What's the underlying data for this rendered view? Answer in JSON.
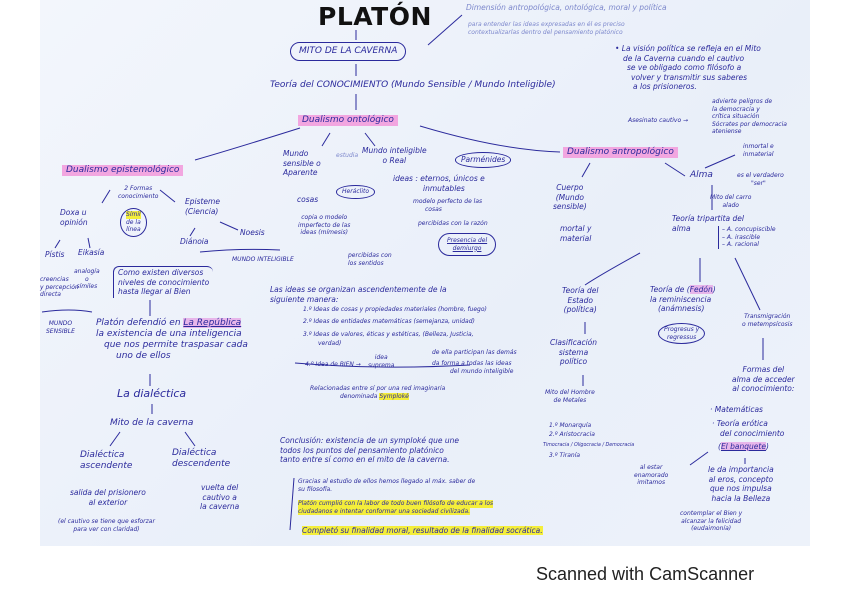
{
  "title": "PLATÓN",
  "mito_caverna": "MITO DE LA CAVERNA",
  "intro_faded": [
    "Dimensión antropológica, ontológica, moral y política",
    "para entender las ideas expresadas en él es preciso",
    "contextualizarlas dentro del pensamiento platónico"
  ],
  "teoria_conocimiento": "Teoría del CONOCIMIENTO (Mundo Sensible / Mundo Inteligible)",
  "dualismo_ontologico": "Dualismo ontológico",
  "politica_note": [
    "• La visión política se refleja en el Mito",
    "de la Caverna cuando el cautivo",
    "se ve obligado como filósofo a",
    "volver y transmitir sus saberes",
    "a los prisioneros."
  ],
  "asesinato": "Asesinato cautivo →",
  "advierte": [
    "advierte peligros de",
    "la democracia y",
    "crítica situación",
    "Sócrates por democracia",
    "ateniense"
  ],
  "epistemologico": {
    "title": "Dualismo epistemológico",
    "formas": [
      "2 Formas",
      "conocimiento"
    ],
    "doxa": [
      "Doxa u",
      "opinión"
    ],
    "simil": [
      "Símil",
      "de la",
      "línea"
    ],
    "episteme": [
      "Episteme",
      "(Ciencia)"
    ],
    "noesis": "Noesis",
    "dianoia": "Diánoia",
    "mundo_inteligible": "MUNDO INTELIGIBLE",
    "pistis": "Pístis",
    "eikasia": "Eikasía",
    "creencias": [
      "creencias",
      "y percepción",
      "directa"
    ],
    "analogia": [
      "analogía",
      "o",
      "símiles"
    ],
    "mundo_sensible": [
      "MUNDO",
      "SENSIBLE"
    ],
    "niveles": [
      "Como existen diversos",
      "niveles de conocimiento",
      "hasta llegar al Bien"
    ],
    "republica_pre": "Platón defendió en ",
    "republica": "La República",
    "republica_lines": [
      "la existencia de una inteligencia",
      "que nos permite traspasar cada",
      "uno de ellos"
    ],
    "dialectica": "La dialéctica",
    "mito": "Mito de la caverna",
    "ascendente": [
      "Dialéctica",
      "ascendente"
    ],
    "descendente": [
      "Dialéctica",
      "descendente"
    ],
    "salida": [
      "salida del prisionero",
      "al exterior"
    ],
    "vuelta": [
      "vuelta del",
      "cautivo a",
      "la caverna"
    ],
    "esfuerzo": [
      "(el cautivo se tiene que esforzar",
      "para ver con claridad)"
    ]
  },
  "ontologico": {
    "sensible": [
      "Mundo",
      "sensible o",
      "Aparente"
    ],
    "estudia": "estudia",
    "inteligible": [
      "Mundo inteligible",
      "o Real"
    ],
    "parmenides": "Parménides",
    "heraclito": "Heráclito",
    "cosas": "cosas",
    "copia": [
      "copia o modelo",
      "imperfecto de las",
      "ideas (mímesis)"
    ],
    "percibidas_sentidos": [
      "percibidas con",
      "los sentidos"
    ],
    "ideas": [
      "ideas : eternos, únicos e",
      "inmutables"
    ],
    "modelo": [
      "modelo perfecto de las",
      "cosas"
    ],
    "percibidas_razon": "percibidas con la razón",
    "demiurgo": [
      "Presencia del",
      "demiurgo"
    ]
  },
  "ideas_organizan": {
    "intro": [
      "Las ideas se organizan ascendentemente de la",
      "siguiente manera:"
    ],
    "items": [
      "1.º Ideas de cosas y propiedades materiales (hombre, fuego)",
      "2.º Ideas de entidades matemáticas (semejanza, unidad)",
      "3.º Ideas de valores, éticas y estéticas, (Belleza, Justicia,",
      "verdad)"
    ],
    "bien": "4.º Idea de BIEN →",
    "idea_suprema": [
      "idea",
      "suprema"
    ],
    "participan": "de ella participan las demás",
    "da_forma": [
      "da forma a todas las ideas",
      "del mundo inteligible"
    ],
    "relacionadas": "Relacionadas entre sí por una red imaginaria",
    "denominada": "denominada ",
    "symploke": "Symploké"
  },
  "antropologico": {
    "title": "Dualismo antropológico",
    "cuerpo": [
      "Cuerpo",
      "(Mundo",
      "sensible)"
    ],
    "mortal": [
      "mortal y",
      "material"
    ],
    "alma": "Alma",
    "inmortal": [
      "inmortal e",
      "inmaterial"
    ],
    "ser": [
      "es el verdadero",
      "\"ser\""
    ],
    "carro": [
      "Mito del carro",
      "alado"
    ],
    "tripartita": [
      "Teoría tripartita del",
      "alma"
    ],
    "partes": [
      "– A. concupiscible",
      "– A. irascible",
      "– A. racional"
    ],
    "estado": [
      "Teoría del",
      "Estado",
      "(política)"
    ],
    "clasificacion": [
      "Clasificación",
      "sistema",
      "político"
    ],
    "metales": [
      "Mito del Hombre",
      "de Metales"
    ],
    "regimenes": [
      "1.º Monarquía",
      "2.º Aristocracia",
      "Timocracia / Oligocracia / Democracia",
      "3.º Tiranía"
    ],
    "reminiscencia_pre": "Teoría de (",
    "fedon": "Fedón",
    "reminiscencia": [
      "la reminiscencia",
      "(anámnesis)"
    ],
    "progresus": [
      "Progresus y",
      "regressus"
    ],
    "transmigracion": [
      "Transmigración",
      "o metempsícosis"
    ],
    "formas": [
      "Formas del",
      "alma de acceder",
      "al conocimiento:"
    ],
    "matematicas": "· Matemáticas",
    "erotica": [
      "· Teoría erótica",
      "del conocimiento"
    ],
    "banquete": "El banquete",
    "enamorado": [
      "al estar",
      "enamorado",
      "imitamos"
    ],
    "eros": [
      "le da importancia",
      "al eros, concepto",
      "que nos impulsa",
      "hacia la Belleza"
    ],
    "contemplar": [
      "contemplar el Bien y",
      "alcanzar la felicidad",
      "(eudaimonía)"
    ]
  },
  "conclusion": {
    "text": [
      "Conclusión: existencia de un symploké que une",
      "todos los puntos del pensamiento platónico",
      "tanto entre sí como en el mito de la caverna."
    ],
    "gracias": [
      "Gracias al estudio de ellos hemos llegado al máx. saber de",
      "su filosofía."
    ],
    "cumplio": [
      "Platón cumplió con la labor de todo buen filósofo de educar a los",
      "ciudadanos e intentar conformar una sociedad civilizada."
    ],
    "completo": "Completó su finalidad moral, resultado de la finalidad socrática."
  },
  "watermark": "Scanned with CamScanner",
  "colors": {
    "ink": "#2b2a9c",
    "pink_highlight": "#f2a6e0",
    "yellow_highlight": "#f4ee3a",
    "paper": "#eef2fa"
  }
}
